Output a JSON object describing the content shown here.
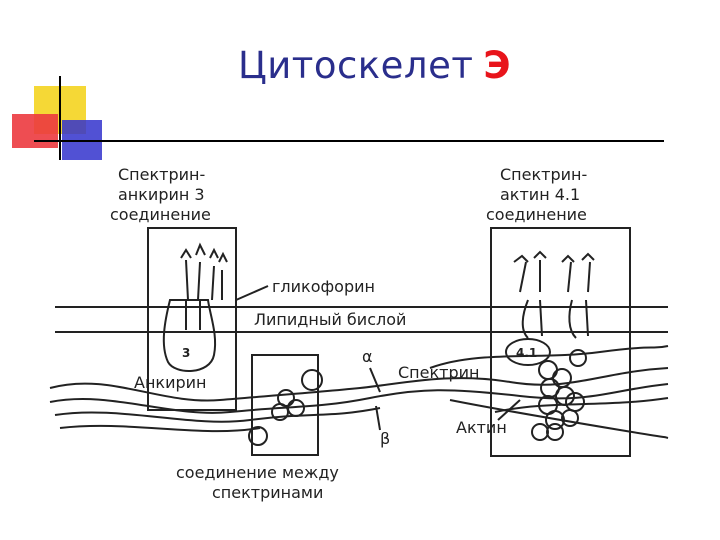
{
  "title": {
    "text": "Цитоскелет",
    "accent": "Э"
  },
  "colors": {
    "title": "#2a2e8c",
    "accent": "#e8141b",
    "yellow": "#f5d836",
    "red": "#e8141b",
    "blue": "#2d2dc8"
  },
  "labels": {
    "spectrin_ankyrin": [
      "Спектрин-",
      "анкирин 3",
      "соединение"
    ],
    "spectrin_actin": [
      "Спектрин-",
      "актин 4.1",
      "соединение"
    ],
    "glycophorin": "гликофорин",
    "bilayer": "Липидный бислой",
    "ankyrin": "Анкирин",
    "spectrin": "Спектрин",
    "actin": "Актин",
    "alpha": "α",
    "beta": "β",
    "band3": "3",
    "band41": "4.1",
    "junction": [
      "соединение между",
      "спектринами"
    ]
  }
}
